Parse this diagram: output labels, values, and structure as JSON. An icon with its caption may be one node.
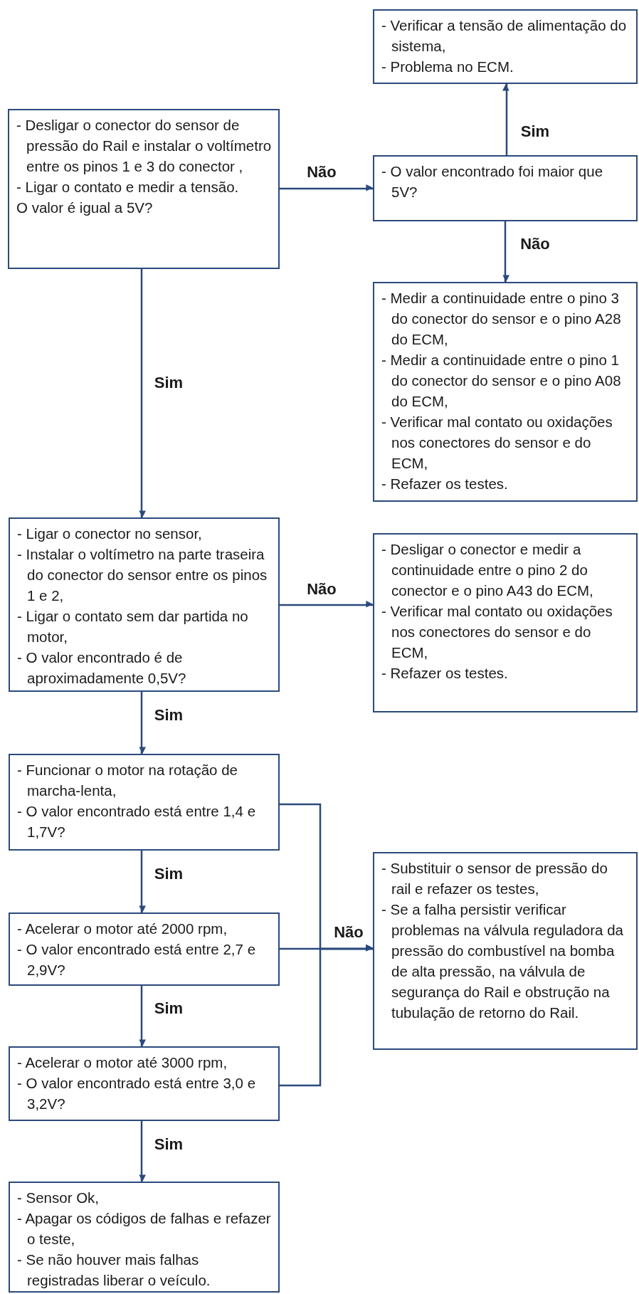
{
  "diagram": {
    "nodes": [
      {
        "text": [
          "- Desligar o conector do sensor de pressão do Rail e instalar o voltímetro entre os pinos 1 e 3 do conector ,",
          "- Ligar o contato e medir a tensão.",
          "O valor é igual a 5V?"
        ]
      },
      {
        "text": [
          "- Verificar a tensão de alimentação do sistema,",
          "- Problema no ECM."
        ]
      },
      {
        "text": [
          "- O valor encontrado foi maior que 5V?"
        ]
      },
      {
        "text": [
          "- Medir a continuidade entre o pino 3 do conector do sensor e o pino A28 do ECM,",
          "- Medir a continuidade entre o pino 1 do conector do sensor e o pino A08 do ECM,",
          "- Verificar mal contato ou oxidações nos conectores do sensor e do ECM,",
          "- Refazer os testes."
        ]
      },
      {
        "text": [
          "- Ligar o conector no sensor,",
          "- Instalar o voltímetro na parte traseira do conector do sensor entre os pinos 1 e 2,",
          "- Ligar o contato sem dar partida no motor,",
          "- O valor encontrado é de aproximadamente 0,5V?"
        ]
      },
      {
        "text": [
          "- Desligar o conector e medir a continuidade entre o pino 2 do conector e o pino A43 do ECM,",
          "- Verificar mal contato ou oxidações nos conectores do sensor e do ECM,",
          "- Refazer os testes."
        ]
      },
      {
        "text": [
          "- Funcionar o motor na rotação de marcha-lenta,",
          "- O valor encontrado está entre 1,4 e 1,7V?"
        ]
      },
      {
        "text": [
          "- Acelerar o motor até 2000 rpm,",
          "- O valor encontrado está entre 2,7 e 2,9V?"
        ]
      },
      {
        "text": [
          "- Acelerar o motor até 3000 rpm,",
          "- O valor encontrado está entre 3,0 e 3,2V?"
        ]
      },
      {
        "text": [
          "- Sensor Ok,",
          "- Apagar os códigos de falhas e refazer o teste,",
          "- Se não houver mais falhas registradas liberar o veículo."
        ]
      },
      {
        "text": [
          "- Substituir o sensor de pressão do rail e refazer os testes,",
          "- Se a falha persistir verificar problemas na válvula reguladora da pressão do combustível na bomba de alta pressão, na válvula de segurança do Rail e obstrução na tubulação de retorno do Rail."
        ]
      }
    ],
    "edges": [
      {
        "from": 0,
        "to": 2,
        "arrow": "to",
        "label": "Não"
      },
      {
        "from": 2,
        "to": 1,
        "arrow": "to",
        "label": "Sim"
      },
      {
        "from": 2,
        "to": 3,
        "arrow": "to",
        "label": "Não"
      },
      {
        "from": 0,
        "to": 4,
        "arrow": "to",
        "label": "Sim"
      },
      {
        "from": 4,
        "to": 5,
        "arrow": "to",
        "label": "Não"
      },
      {
        "from": 4,
        "to": 6,
        "arrow": "to",
        "label": "Sim"
      },
      {
        "from": 6,
        "to": 7,
        "arrow": "to",
        "label": "Sim"
      },
      {
        "from": 7,
        "to": 8,
        "arrow": "to",
        "label": "Sim"
      },
      {
        "from": 8,
        "to": 9,
        "arrow": "to",
        "label": "Sim"
      },
      {
        "from": 6,
        "to": 10,
        "arrow": "to"
      },
      {
        "from": 7,
        "to": 10,
        "arrow": "to",
        "label": "Não"
      },
      {
        "from": 8,
        "to": 10,
        "arrow": "to"
      }
    ]
  }
}
